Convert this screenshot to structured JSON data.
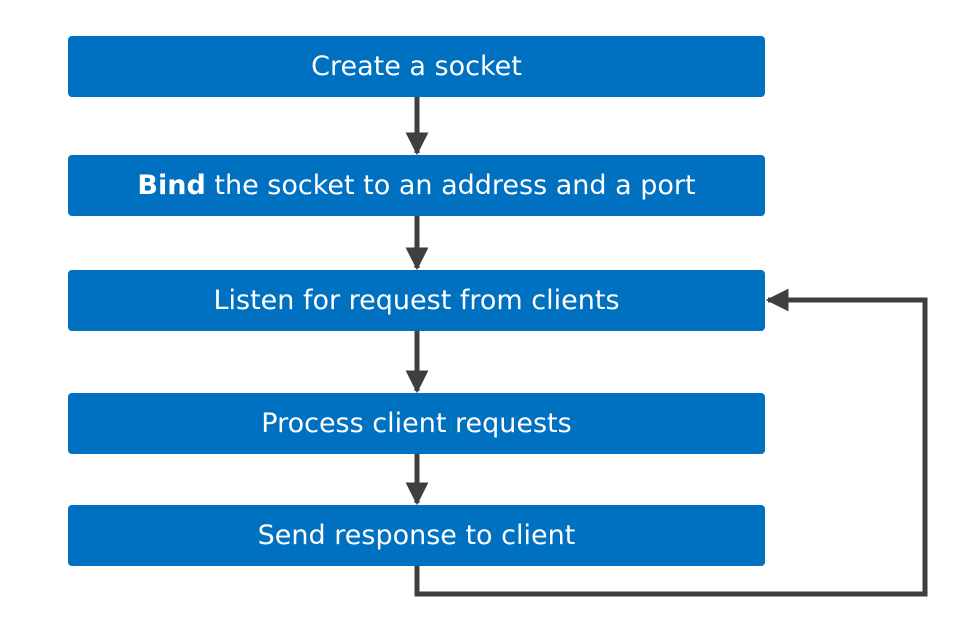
{
  "colors": {
    "box": "#0070c0",
    "text": "#ffffff",
    "arrow": "#3f3f3f"
  },
  "steps": [
    {
      "id": "create",
      "text": "Create a socket"
    },
    {
      "id": "bind",
      "bold": "Bind",
      "text": " the socket to an address and a port"
    },
    {
      "id": "listen",
      "text": "Listen for request from clients"
    },
    {
      "id": "process",
      "text": "Process client requests"
    },
    {
      "id": "send",
      "text": "Send response to client"
    }
  ],
  "edges": [
    {
      "from": "create",
      "to": "bind"
    },
    {
      "from": "bind",
      "to": "listen"
    },
    {
      "from": "listen",
      "to": "process"
    },
    {
      "from": "process",
      "to": "send"
    },
    {
      "from": "send",
      "to": "listen",
      "kind": "loop-back"
    }
  ]
}
